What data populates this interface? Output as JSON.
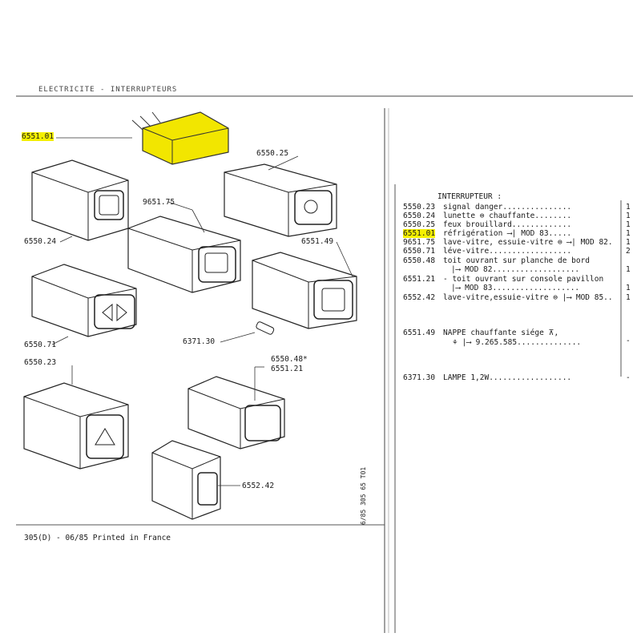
{
  "header": {
    "section_title": "ELECTRICITE - INTERRUPTEURS"
  },
  "callouts": [
    {
      "id": "c1",
      "text": "6551.01",
      "highlight": true
    },
    {
      "id": "c2",
      "text": "6550.25"
    },
    {
      "id": "c3",
      "text": "9651.75"
    },
    {
      "id": "c4",
      "text": "6550.24"
    },
    {
      "id": "c5",
      "text": "6551.49"
    },
    {
      "id": "c6",
      "text": "6550.71"
    },
    {
      "id": "c7",
      "text": "6371.30"
    },
    {
      "id": "c8",
      "text": "6550.23"
    },
    {
      "id": "c9",
      "text": "6550.48*"
    },
    {
      "id": "c10",
      "text": "6551.21"
    },
    {
      "id": "c11",
      "text": "6552.42"
    }
  ],
  "parts_table": {
    "heading": "INTERRUPTEUR :",
    "rows": [
      {
        "code": "5550.23",
        "desc": "signal danger...............",
        "qty": "1"
      },
      {
        "code": "6550.24",
        "desc": "lunette ⊜ chauffante........",
        "qty": "1"
      },
      {
        "code": "6550.25",
        "desc": "feux brouillard.............",
        "qty": "1"
      },
      {
        "code": "6551.01",
        "desc": "réfrigération ⟶| MOD 83.....",
        "qty": "1",
        "highlight": true
      },
      {
        "code": "9651.75",
        "desc": "lave-vitre, essuie-vitre ⊜ ⟶| MOD 82.",
        "qty": "1"
      },
      {
        "code": "6550.71",
        "desc": "léve-vitre..................",
        "qty": "2"
      },
      {
        "code": "6550.48",
        "desc": "toit ouvrant sur planche de bord",
        "qty": ""
      },
      {
        "code": "",
        "desc": "|⟶ MOD 82...................",
        "qty": "1"
      },
      {
        "code": "6551.21",
        "desc": "- toit ouvrant sur console pavillon",
        "qty": ""
      },
      {
        "code": "",
        "desc": "|⟶ MOD 83...................",
        "qty": "1"
      },
      {
        "code": "6552.42",
        "desc": "lave-vitre,essuie-vitre ⊜ |⟶ MOD 85..",
        "qty": "1"
      }
    ],
    "extra_rows": [
      {
        "code": "6551.49",
        "desc": "NAPPE chauffante siége ⊼,",
        "qty": "-"
      },
      {
        "code": "",
        "desc": "⚘ |⟶ 9.265.585..............",
        "qty": ""
      },
      {
        "code": "6371.30",
        "desc": "LAMPE 1,2W..................",
        "qty": "-"
      }
    ]
  },
  "footer": {
    "text": "305(D) - 06/85 Printed in France",
    "side_ref": "6/85 305 65 T01"
  }
}
